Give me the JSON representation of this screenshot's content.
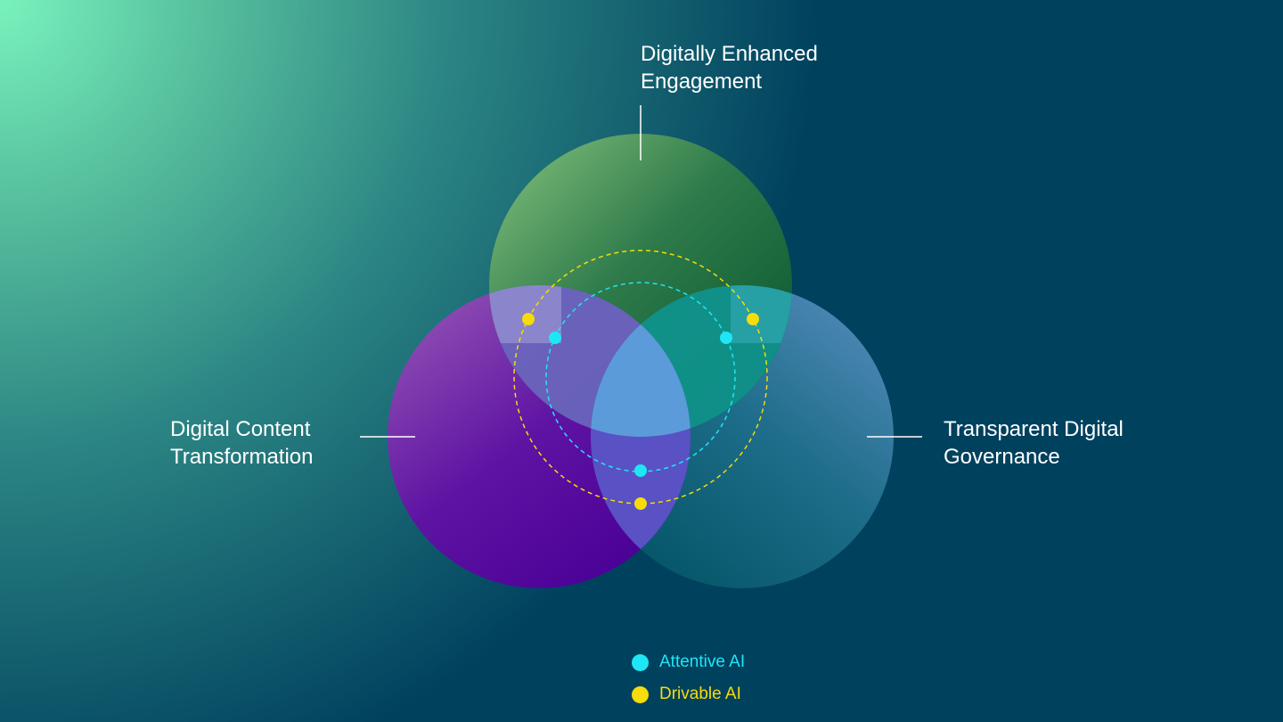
{
  "diagram": {
    "circles": {
      "top": [
        "Digitally Enhanced",
        "Engagement"
      ],
      "left": [
        "Digital Content",
        "Transformation"
      ],
      "right": [
        "Transparent Digital",
        "Governance"
      ]
    }
  },
  "legend": {
    "items": [
      {
        "label": "Attentive AI",
        "color": "#1ee6f5"
      },
      {
        "label": "Drivable AI",
        "color": "#f5dc0a"
      }
    ]
  },
  "colors": {
    "background_dark": "#00415e",
    "background_light": "#79f2bd",
    "circle_top": "#1a6b3c",
    "circle_left": "#6a1ba8",
    "circle_right": "#2e7fa0",
    "center": "#5a9bd8",
    "attentive": "#1ee6f5",
    "drivable": "#f5dc0a"
  }
}
